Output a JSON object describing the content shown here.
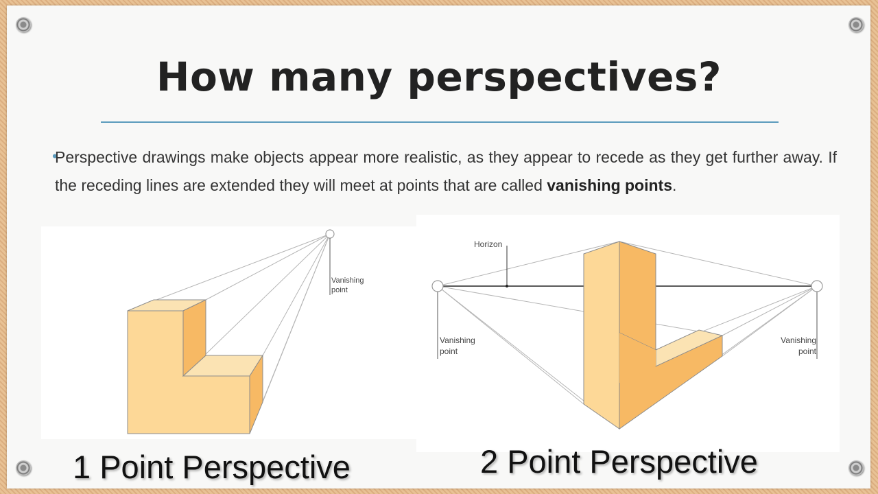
{
  "slide": {
    "title": "How many perspectives?",
    "bullet": {
      "text_before": "Perspective drawings make objects appear more realistic, as they appear to recede as they get further away. If the receding lines are extended they will meet at points that are called ",
      "bold": "vanishing points",
      "text_after": "."
    }
  },
  "figure_one_point": {
    "vp_label_line1": "Vanishing",
    "vp_label_line2": "point",
    "caption": "1 Point Perspective"
  },
  "figure_two_point": {
    "horizon_label": "Horizon",
    "left_vp_line1": "Vanishing",
    "left_vp_line2": "point",
    "right_vp_line1": "Vanishing",
    "right_vp_line2": "point",
    "caption": "2 Point Perspective"
  },
  "colors": {
    "accent_rule": "#5b9bbd",
    "shape_light": "#fdd897",
    "shape_mid": "#f7b964",
    "shape_top": "#fbe3b3",
    "board": "#e6b98c"
  }
}
